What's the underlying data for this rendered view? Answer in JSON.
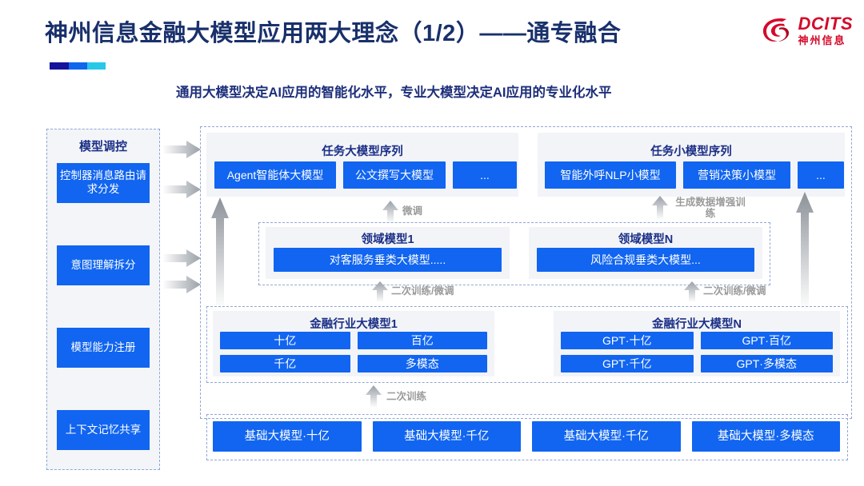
{
  "header": {
    "title": "神州信息金融大模型应用两大理念（1/2）——通专融合",
    "subtitle": "通用大模型决定AI应用的智能化水平，专业大模型决定AI应用的专业化水平",
    "logo_en": "DCITS",
    "logo_cn": "神州信息",
    "accent_colors": [
      "#14139c",
      "#1166ee",
      "#28c8e8"
    ],
    "title_color": "#19306b",
    "brand_red": "#d5092a",
    "box_blue": "#1165f0"
  },
  "sidebar": {
    "title": "模型调控",
    "items": [
      {
        "label": "控制器消息路由请求分发"
      },
      {
        "label": "意图理解拆分"
      },
      {
        "label": "模型能力注册"
      },
      {
        "label": "上下文记忆共享"
      }
    ]
  },
  "task_models": {
    "left": {
      "title": "任务大模型序列",
      "items": [
        "Agent智能体大模型",
        "公文撰写大模型",
        "..."
      ]
    },
    "right": {
      "title": "任务小模型序列",
      "items": [
        "智能外呼NLP小模型",
        "营销决策小模型",
        "..."
      ]
    }
  },
  "domain_models": {
    "left": {
      "title": "领域模型1",
      "item": "对客服务垂类大模型....."
    },
    "right": {
      "title": "领域模型N",
      "item": "风险合规垂类大模型..."
    }
  },
  "industry_models": {
    "left": {
      "title": "金融行业大模型1",
      "items": [
        "十亿",
        "百亿",
        "千亿",
        "多模态"
      ]
    },
    "right": {
      "title": "金融行业大模型N",
      "items": [
        "GPT·十亿",
        "GPT·百亿",
        "GPT·千亿",
        "GPT·多模态"
      ]
    }
  },
  "foundation_models": {
    "items": [
      "基础大模型·十亿",
      "基础大模型·千亿",
      "基础大模型·千亿",
      "基础大模型·多模态"
    ]
  },
  "arrow_labels": {
    "fine_tune": "微调",
    "gen_data_aug": "生成数据增强训练",
    "secondary_train_fine_tune_left": "二次训练/微调",
    "secondary_train_fine_tune_right": "二次训练/微调",
    "secondary_train": "二次训练"
  }
}
